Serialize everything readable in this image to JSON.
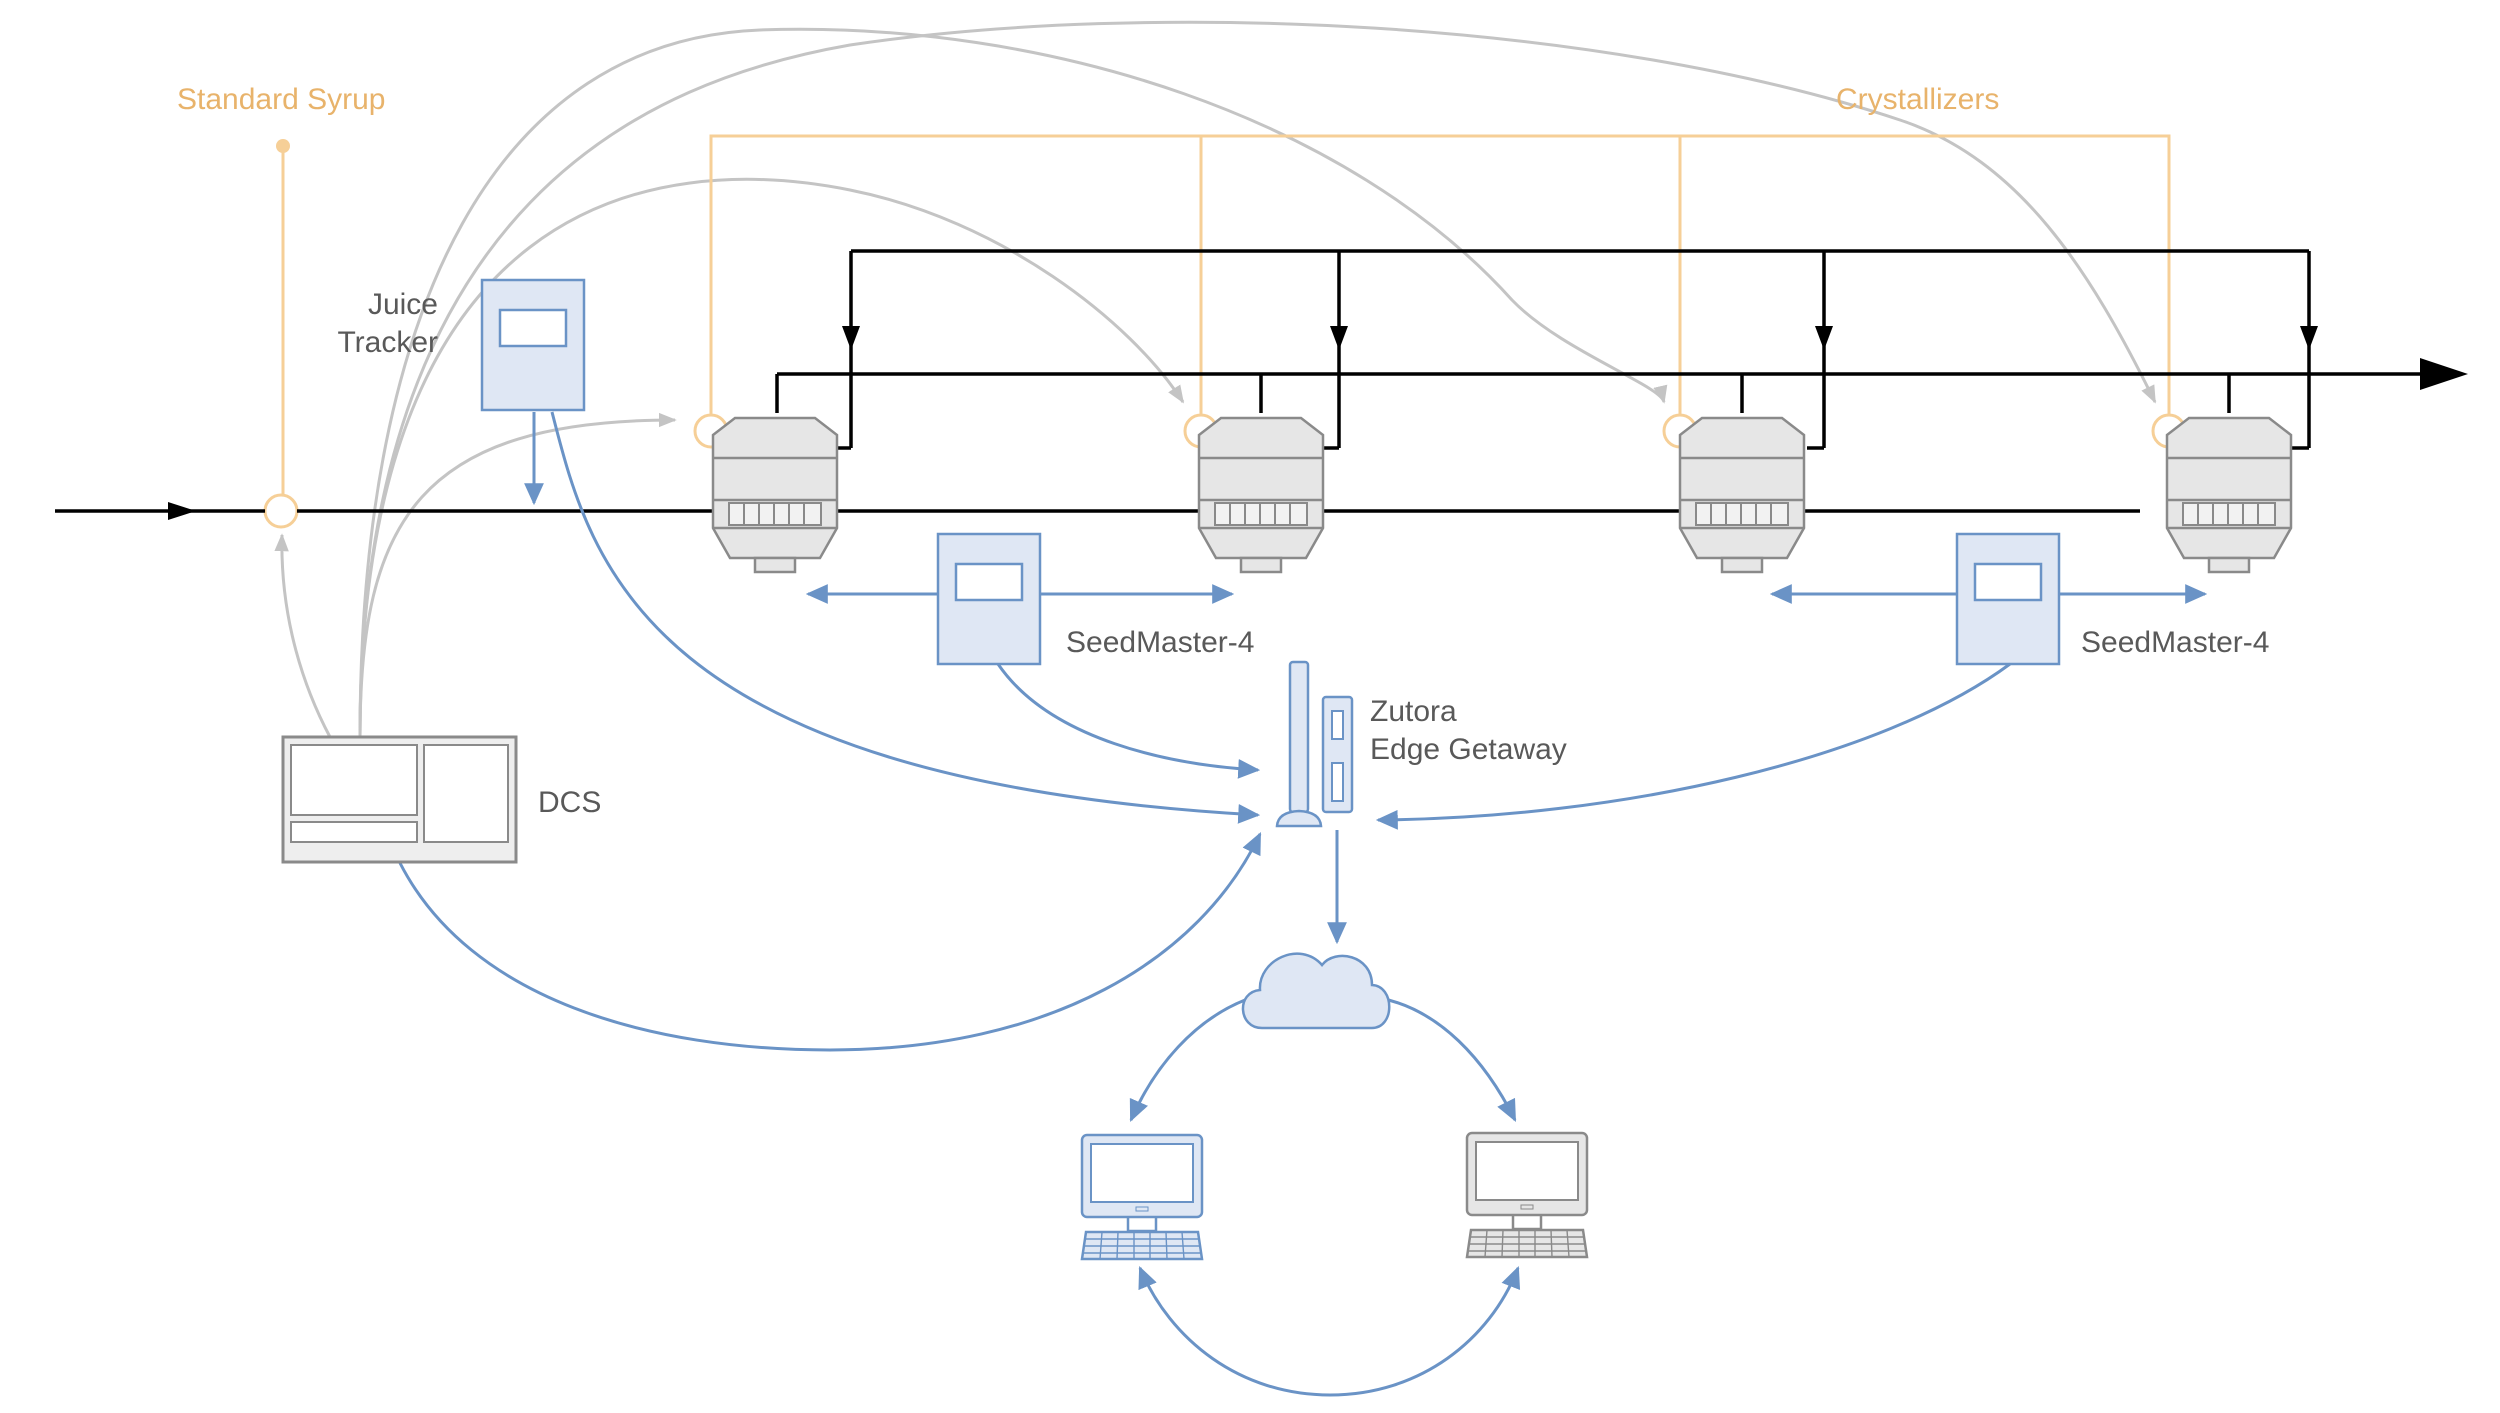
{
  "labels": {
    "standard_syrup": "Standard Syrup",
    "crystallizers": "Crystallizers",
    "juice_tracker_line1": "Juice",
    "juice_tracker_line2": "Tracker",
    "seedmaster_left": "SeedMaster-4",
    "seedmaster_right": "SeedMaster-4",
    "gateway_line1": "Zutora",
    "gateway_line2": "Edge Getaway",
    "dcs": "DCS"
  },
  "colors": {
    "process_line": "#000000",
    "syrup_line": "#f6cf97",
    "signal_gray": "#c4c4c4",
    "network_blue": "#6a93c6",
    "device_fill_blue": "#dfe7f4",
    "device_stroke_blue": "#6a93c6",
    "crystallizer_fill": "#e6e6e6",
    "crystallizer_stroke": "#8a8a8a",
    "label_text": "#595959",
    "label_orange": "#e8b36b"
  },
  "icons": {
    "crystallizer": "crystallizer-vessel-icon",
    "controller": "controller-box-icon",
    "gateway": "edge-gateway-icon",
    "cloud": "cloud-icon",
    "workstation": "desktop-computer-icon",
    "dcs": "dcs-panel-icon"
  }
}
